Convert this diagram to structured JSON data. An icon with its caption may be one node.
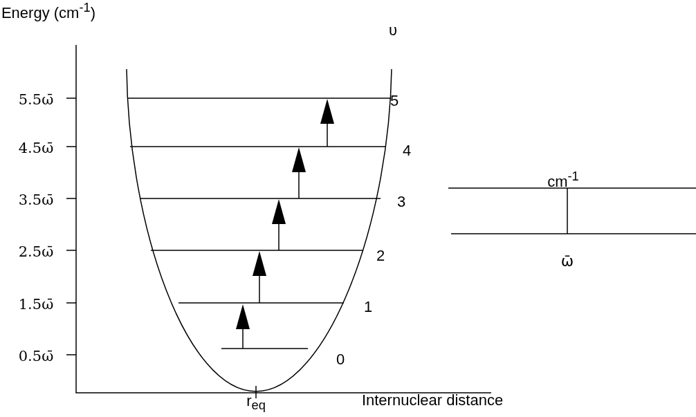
{
  "diagram": {
    "labels": [
      "Energy (cm$^{-1}$)",
      "υ",
      "5.5ω̄",
      "5",
      "4.5ω̄",
      "4",
      "cm$^{-1}$",
      "3.5ω̄",
      "3",
      "2.5ω̄",
      "2",
      "ω̄",
      "1.5ω̄",
      "1",
      "0.5ω̄",
      "0",
      "r$_{eq}$",
      "Internuclear distance"
    ]
  }
}
